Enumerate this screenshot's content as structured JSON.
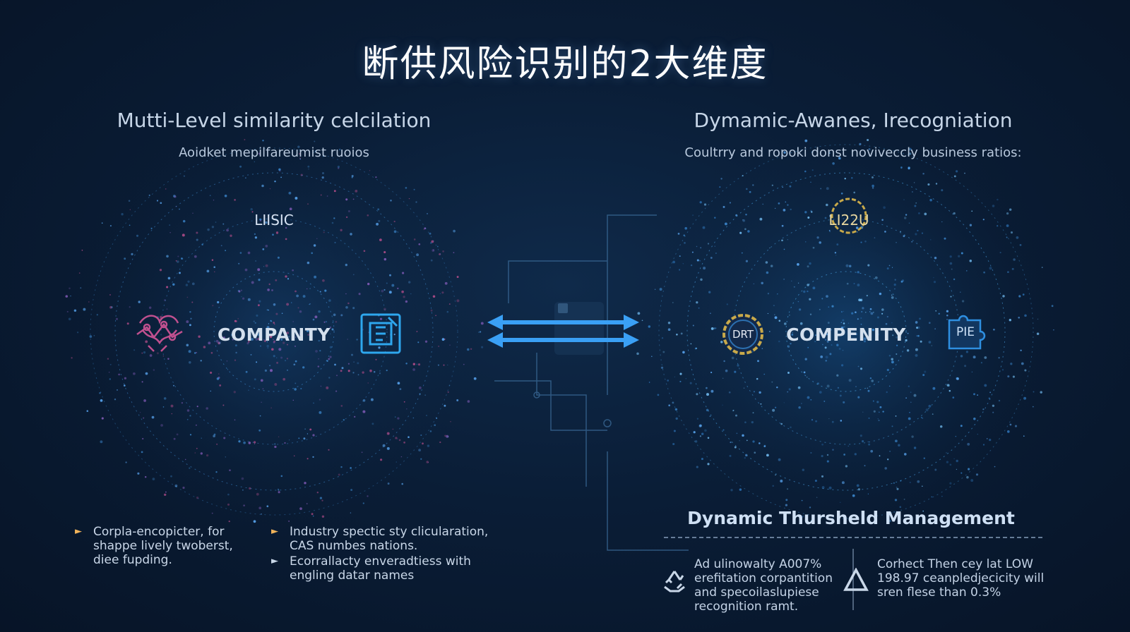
{
  "title": "断供风险识别的2大维度",
  "left_panel": {
    "title": "Mutti-Level similarity celcilation",
    "subtitle": "Aoidket mepilfareumist ruoios",
    "top_label": "LIISIC",
    "center_label": "COMPANTY",
    "left_icon": "network-glyph-icon",
    "right_icon": "document-glyph-icon",
    "accent_color": "#c0508f",
    "bullets_col1": [
      "Corpla-encopicter, for shappe lively twoberst, diee fupding."
    ],
    "bullets_col2": [
      "Industry spectic sty clicularation, CAS numbes nations.",
      "Ecorrallacty enveradtiess with engling datar names"
    ]
  },
  "connector": {
    "icon": "double-arrow-icon",
    "color": "#3aa0f5"
  },
  "right_panel": {
    "title": "Dymamic-Awanes, Irecogniation",
    "subtitle": "Coultrry and ropoki donst noviveccly business ratios:",
    "top_label": "LI22U",
    "center_label": "COMPENITY",
    "left_badge": "DRT",
    "right_badge": "PIE",
    "badge_color": "#c8a94a",
    "section_title": "Dynamic Thursheld Management",
    "notes": [
      {
        "icon": "recycle-icon",
        "text": "Ad ulinowalty A007% erefitation corpantition and specoilaslupiese recognition ramt."
      },
      {
        "icon": "warning-triangle-icon",
        "text": "Corhect Then cey lat LOW 198.97 ceanpledjecicity will sren flese than 0.3%"
      }
    ]
  }
}
